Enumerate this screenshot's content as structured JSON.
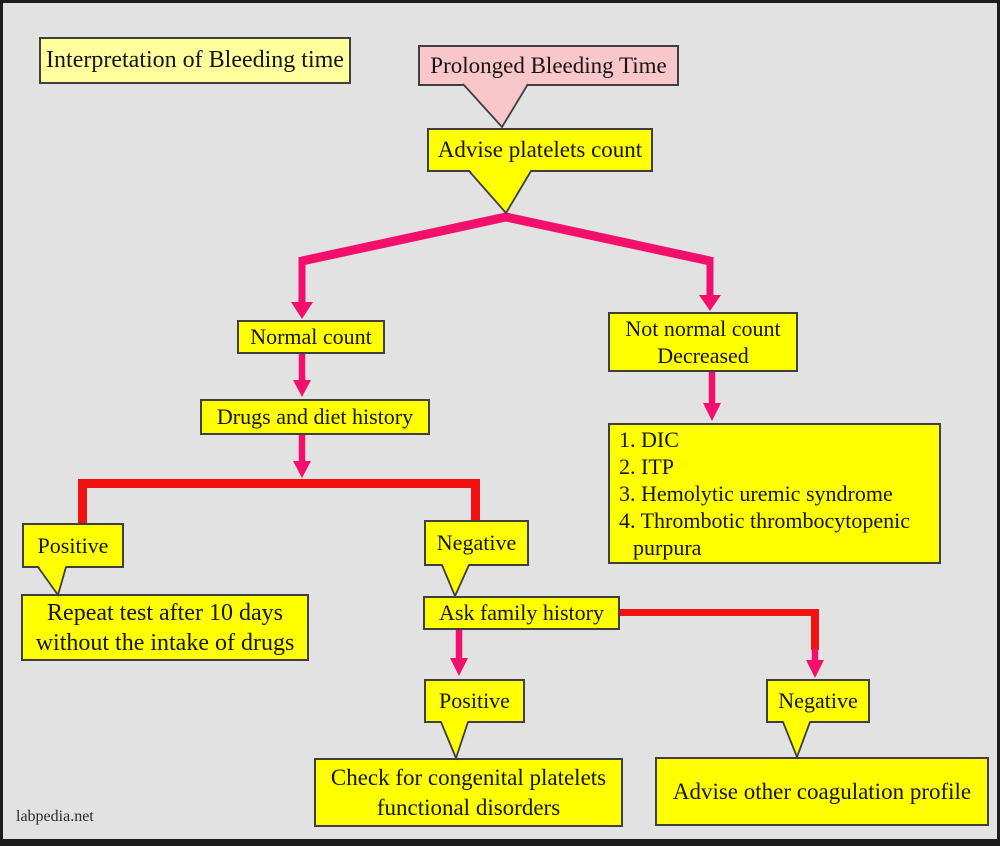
{
  "page": {
    "watermark": "labpedia.net"
  },
  "colors": {
    "background": "#e3e2e2",
    "box_yellow": "#ffff00",
    "box_light_yellow": "#ffff9e",
    "box_pink": "#f9c6ca",
    "arrow_magenta": "#f2106c",
    "connector_red": "#f21212",
    "box_border": "#3f3f3f",
    "frame": "#1c1c1c"
  },
  "nodes": {
    "title": {
      "label": "Interpretation of Bleeding time"
    },
    "prolonged": {
      "label": "Prolonged Bleeding Time"
    },
    "advise_platelets": {
      "label": "Advise platelets count"
    },
    "normal_count": {
      "label": "Normal count"
    },
    "drugs_history": {
      "label": "Drugs and diet history"
    },
    "not_normal": {
      "lines": [
        "Not normal count",
        "Decreased"
      ]
    },
    "causes_list": {
      "items": [
        "1. DIC",
        "2. ITP",
        "3. Hemolytic uremic syndrome",
        "4. Thrombotic thrombocytopenic",
        "purpura"
      ]
    },
    "positive_drugs": {
      "label": "Positive"
    },
    "repeat_test": {
      "lines": [
        "Repeat test after 10 days",
        "without the intake of drugs"
      ]
    },
    "negative_drugs": {
      "label": "Negative"
    },
    "ask_family": {
      "label": "Ask family history"
    },
    "positive_family": {
      "label": "Positive"
    },
    "check_congenital": {
      "lines": [
        "Check for congenital platelets",
        "functional disorders"
      ]
    },
    "negative_family": {
      "label": "Negative"
    },
    "advise_coagulation": {
      "label": "Advise other coagulation profile"
    }
  }
}
